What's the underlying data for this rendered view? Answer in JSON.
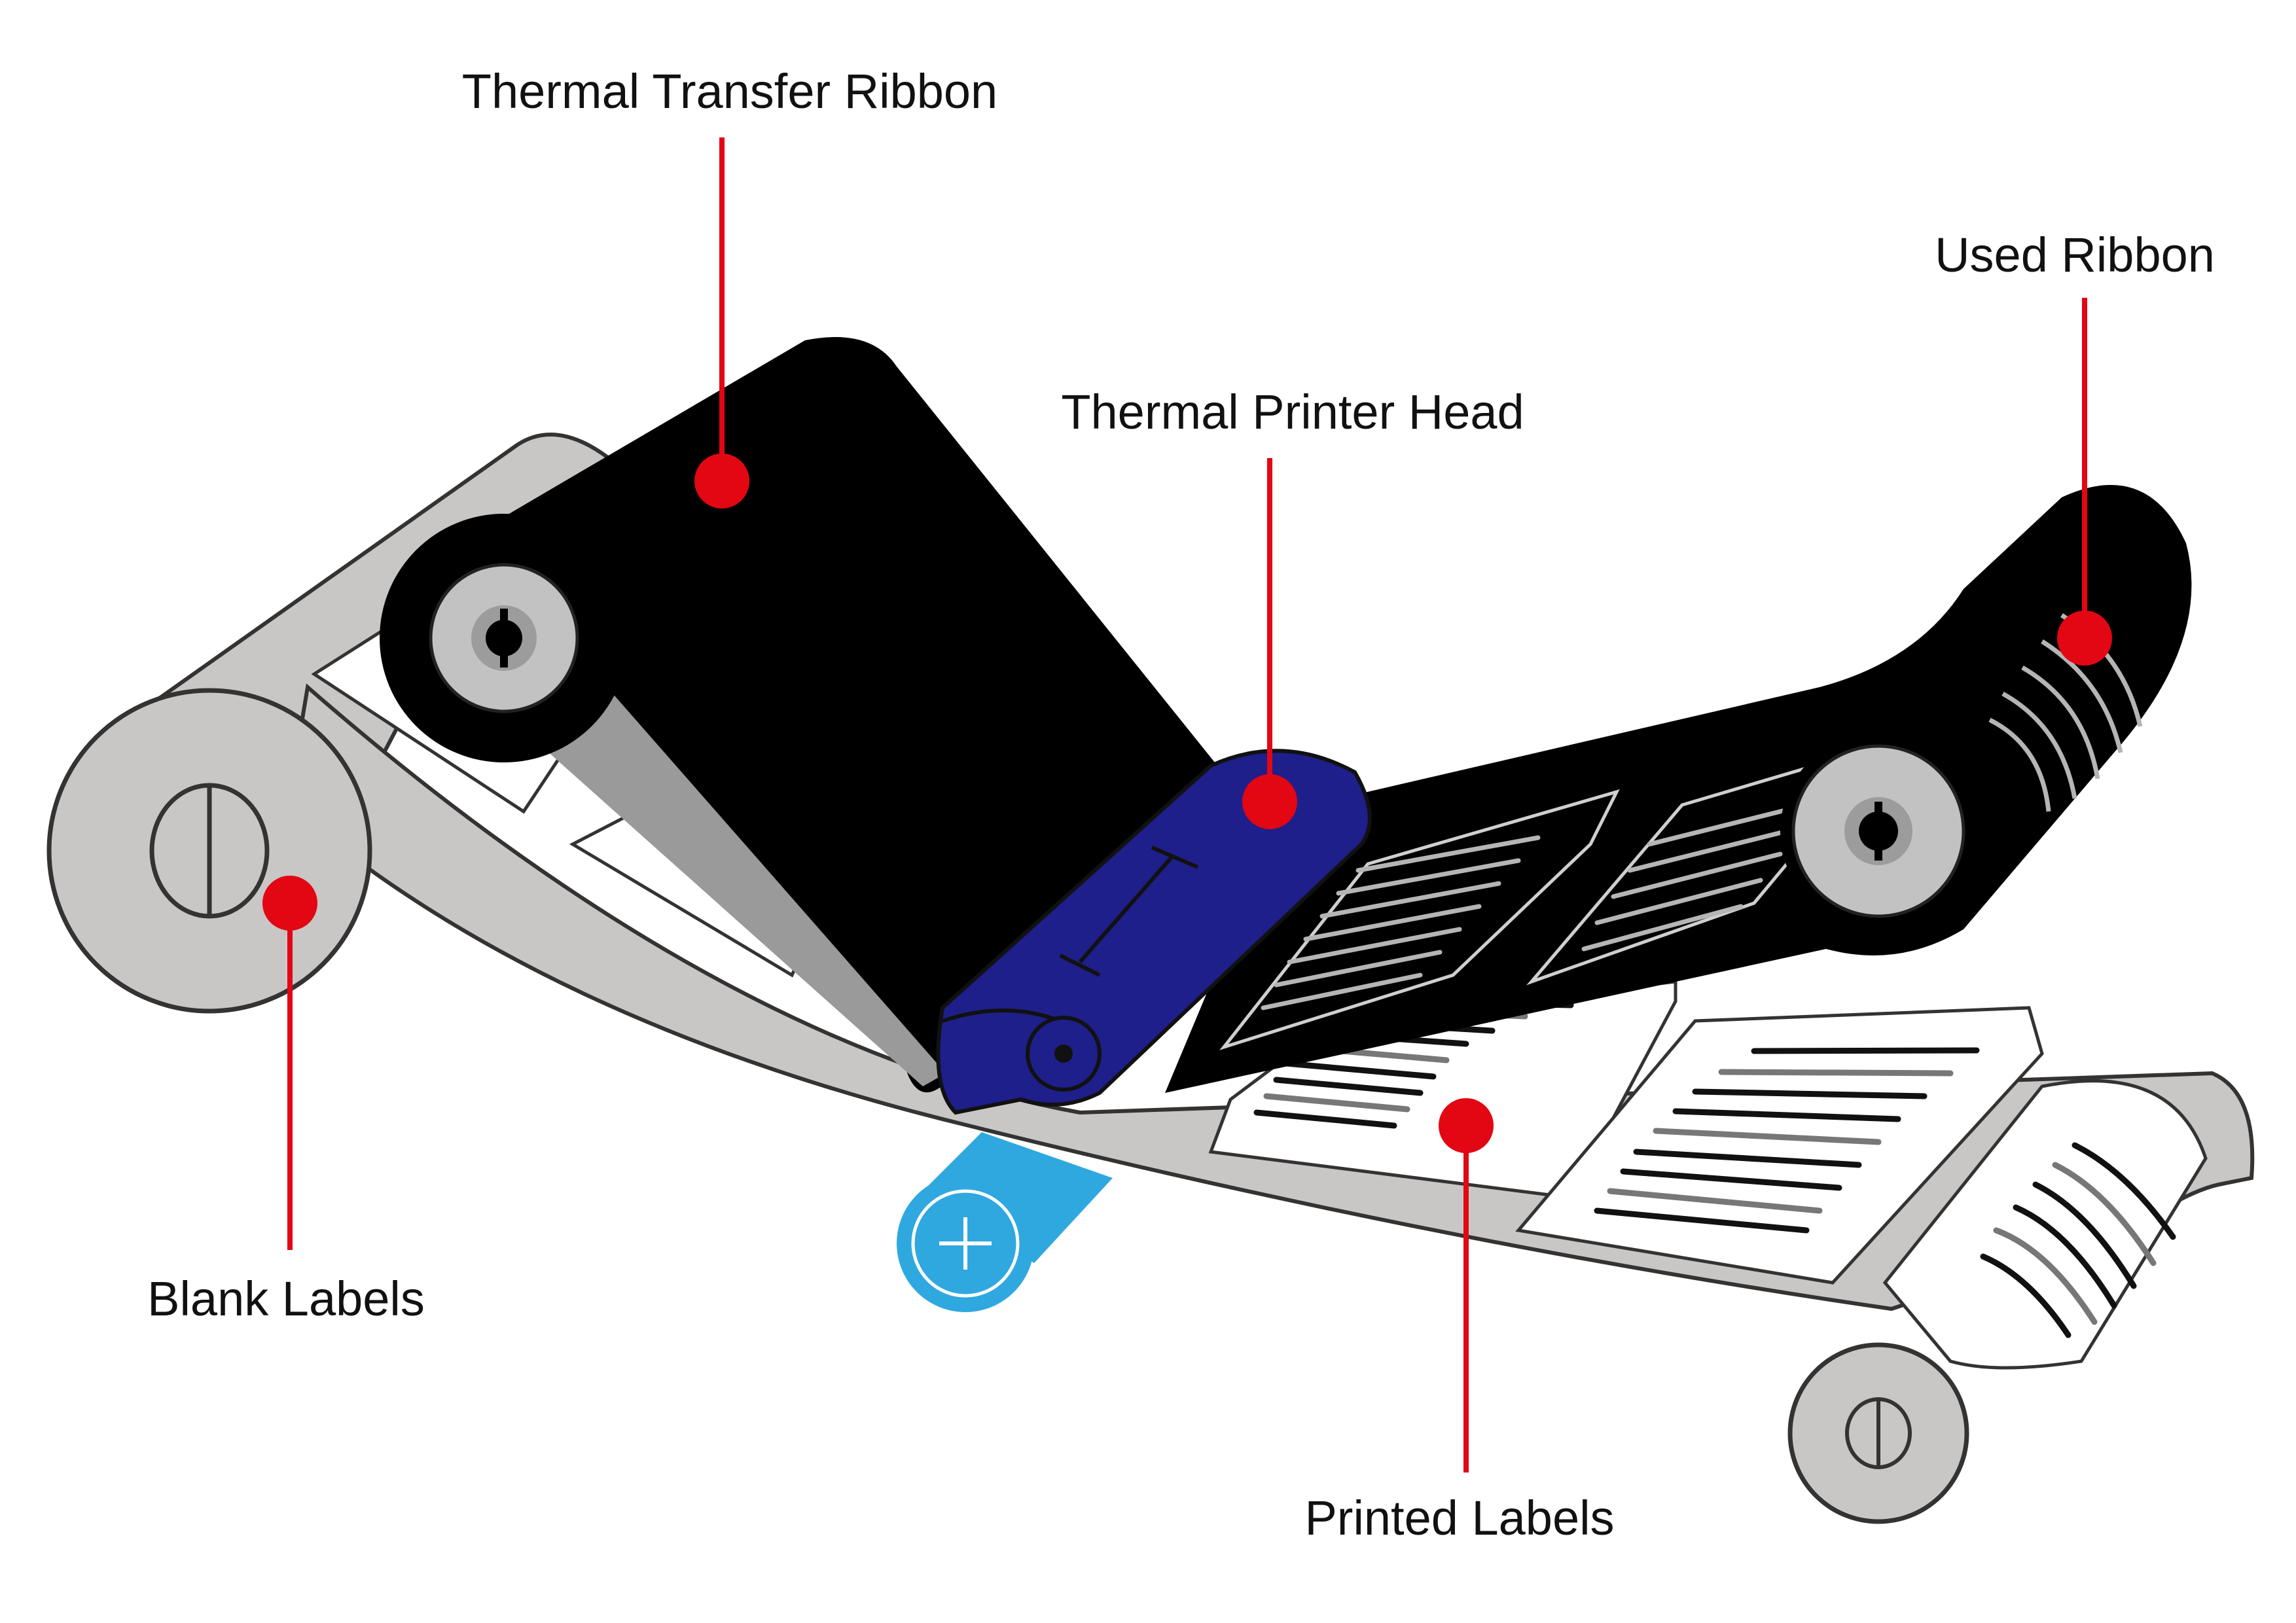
{
  "callouts": {
    "ribbon": {
      "label": "Thermal Transfer Ribbon"
    },
    "head": {
      "label": "Thermal Printer Head"
    },
    "used_ribbon": {
      "label": "Used Ribbon"
    },
    "blank_labels": {
      "label": "Blank Labels"
    },
    "printed_labels": {
      "label": "Printed Labels"
    }
  },
  "colors": {
    "marker": "#e30613",
    "ribbon": "#000000",
    "label_web": "#c9c6c6",
    "print_head": "#1e1f8a",
    "platen_roller": "#2fa8e0",
    "spool_hub": "#bdbdbd",
    "outline": "#3a3a3a"
  }
}
